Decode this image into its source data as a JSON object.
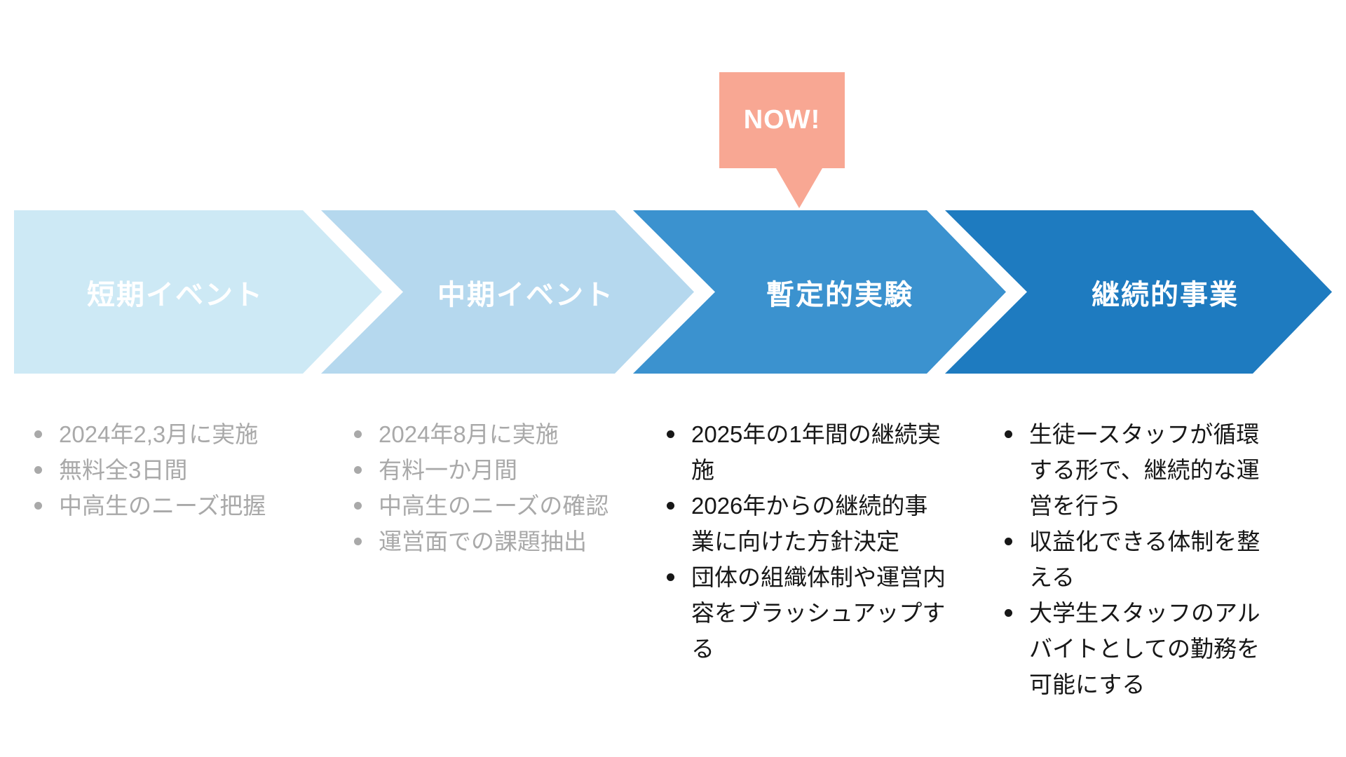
{
  "now_badge": {
    "label": "NOW!",
    "bg_color": "#F8A793",
    "text_color": "#FFFFFF"
  },
  "stages": [
    {
      "label": "短期イベント",
      "color": "#CDE9F5",
      "label_color": "#FFFFFF",
      "items_color": "#A9A9A9",
      "items": [
        "2024年2,3月に実施",
        "無料全3日間",
        "中高生のニーズ把握"
      ]
    },
    {
      "label": "中期イベント",
      "color": "#B5D8EE",
      "label_color": "#FFFFFF",
      "items_color": "#A9A9A9",
      "items": [
        "2024年8月に実施",
        "有料一か月間",
        "中高生のニーズの確認",
        "運営面での課題抽出"
      ]
    },
    {
      "label": "暫定的実験",
      "color": "#3B92CF",
      "label_color": "#FFFFFF",
      "items_color": "#171717",
      "items": [
        "2025年の1年間の継続実施",
        "2026年からの継続的事業に向けた方針決定",
        "団体の組織体制や運営内容をブラッシュアップする"
      ]
    },
    {
      "label": "継続的事業",
      "color": "#1E7BC0",
      "label_color": "#FFFFFF",
      "items_color": "#171717",
      "items": [
        "生徒ースタッフが循環する形で、継続的な運営を行う",
        "収益化できる体制を整える",
        "大学生スタッフのアルバイトとしての勤務を可能にする"
      ]
    }
  ],
  "colors": {
    "background": "#FFFFFF"
  }
}
